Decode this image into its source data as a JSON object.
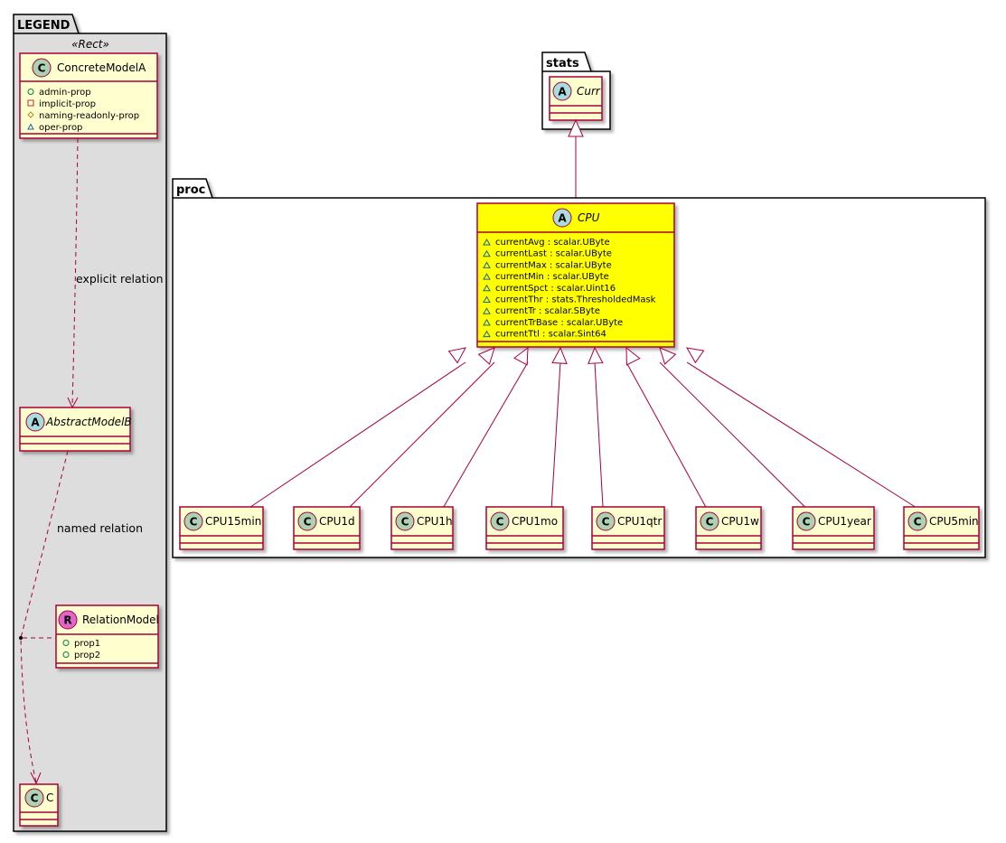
{
  "legend": {
    "title": "LEGEND",
    "stereotype": "«Rect»",
    "concrete_class": {
      "kind": "C",
      "name": "ConcreteModelA",
      "attributes": [
        {
          "vis": "+",
          "name": "admin-prop"
        },
        {
          "vis": "-",
          "name": "implicit-prop"
        },
        {
          "vis": "#",
          "name": "naming-readonly-prop"
        },
        {
          "vis": "~",
          "name": "oper-prop"
        }
      ]
    },
    "explicit_relation_label": "explicit relation",
    "abstract_class": {
      "kind": "A",
      "name": "AbstractModelB"
    },
    "named_relation_label": "named relation",
    "relation_class": {
      "kind": "R",
      "name": "RelationModel",
      "attributes": [
        {
          "vis": "+",
          "name": "prop1"
        },
        {
          "vis": "+",
          "name": "prop2"
        }
      ]
    },
    "target_class": {
      "kind": "C",
      "name": "C"
    }
  },
  "stats_package": {
    "title": "stats",
    "class": {
      "kind": "A",
      "name": "Curr"
    }
  },
  "proc_package": {
    "title": "proc",
    "cpu": {
      "kind": "A",
      "name": "CPU",
      "attributes": [
        "currentAvg : scalar.UByte",
        "currentLast : scalar.UByte",
        "currentMax : scalar.UByte",
        "currentMin : scalar.UByte",
        "currentSpct : scalar.Uint16",
        "currentThr : stats.ThresholdedMask",
        "currentTr : scalar.SByte",
        "currentTrBase : scalar.UByte",
        "currentTtl : scalar.Sint64"
      ]
    },
    "subclasses": [
      "CPU15min",
      "CPU1d",
      "CPU1h",
      "CPU1mo",
      "CPU1qtr",
      "CPU1w",
      "CPU1year",
      "CPU5min"
    ]
  },
  "colors": {
    "class_fill": "#FEFECE",
    "class_border": "#A80036",
    "highlight_fill": "#FFFF00",
    "legend_fill": "#DDDDDD",
    "circle_c": "#ADD1B2",
    "circle_a": "#A9DCDF",
    "circle_r": "#E066CC"
  }
}
